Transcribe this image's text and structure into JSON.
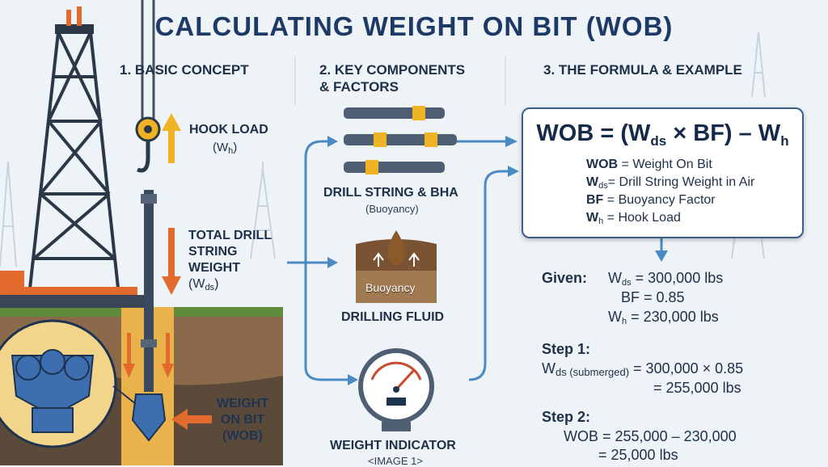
{
  "title": "CALCULATING WEIGHT ON BIT (WOB)",
  "sections": {
    "basic": "1. BASIC CONCEPT",
    "components_line1": "2. KEY COMPONENTS",
    "components_line2": "& FACTORS",
    "formula": "3. THE FORMULA & EXAMPLE"
  },
  "concept": {
    "hook_load": "HOOK LOAD",
    "hook_load_sym": "(W",
    "hook_load_sub": "h",
    "total_l1": "TOTAL DRILL",
    "total_l2": "STRING",
    "total_l3": "WEIGHT",
    "total_sym": "(W",
    "total_sub": "ds",
    "wob_l1": "WEIGHT",
    "wob_l2": "ON BIT",
    "wob_l3": "(WOB)"
  },
  "components": {
    "drill_string": "DRILL STRING & BHA",
    "drill_string_note": "(Buoyancy)",
    "buoyancy_tag": "Buoyancy",
    "drilling_fluid": "DRILLING FLUID",
    "weight_indicator": "WEIGHT INDICATOR",
    "image_note": "<IMAGE 1>"
  },
  "formula": {
    "main_a": "WOB = (W",
    "main_sub_ds": "ds",
    "main_b": " × BF) – W",
    "main_sub_h": "h",
    "legend": [
      {
        "sym": "WOB",
        "sub": "",
        "text": " = Weight On Bit"
      },
      {
        "sym": "W",
        "sub": "ds",
        "text": "= Drill String Weight in Air"
      },
      {
        "sym": "BF",
        "sub": "",
        "text": " = Buoyancy Factor"
      },
      {
        "sym": "W",
        "sub": "h",
        "text": " = Hook Load"
      }
    ]
  },
  "example": {
    "given_label": "Given:",
    "given_wds_sym": "W",
    "given_wds_sub": "ds",
    "given_wds_val": " = 300,000 lbs",
    "given_bf": "BF = 0.85",
    "given_wh_sym": "W",
    "given_wh_sub": "h",
    "given_wh_val": " = 230,000 lbs",
    "step1_label": "Step 1:",
    "step1_sym": "W",
    "step1_sub": "ds (submerged)",
    "step1_val": " = 300,000 × 0.85",
    "step1_result": "= 255,000 lbs",
    "step2_label": "Step 2:",
    "step2_val": "WOB = 255,000 – 230,000",
    "step2_result": "= 25,000 lbs"
  },
  "colors": {
    "title": "#1d3a66",
    "arrow_blue": "#4a8bc4",
    "hook_yellow": "#f0b323",
    "weight_orange": "#e26a2c",
    "ground": "#8a6a4a",
    "derrick": "#2a3848"
  }
}
